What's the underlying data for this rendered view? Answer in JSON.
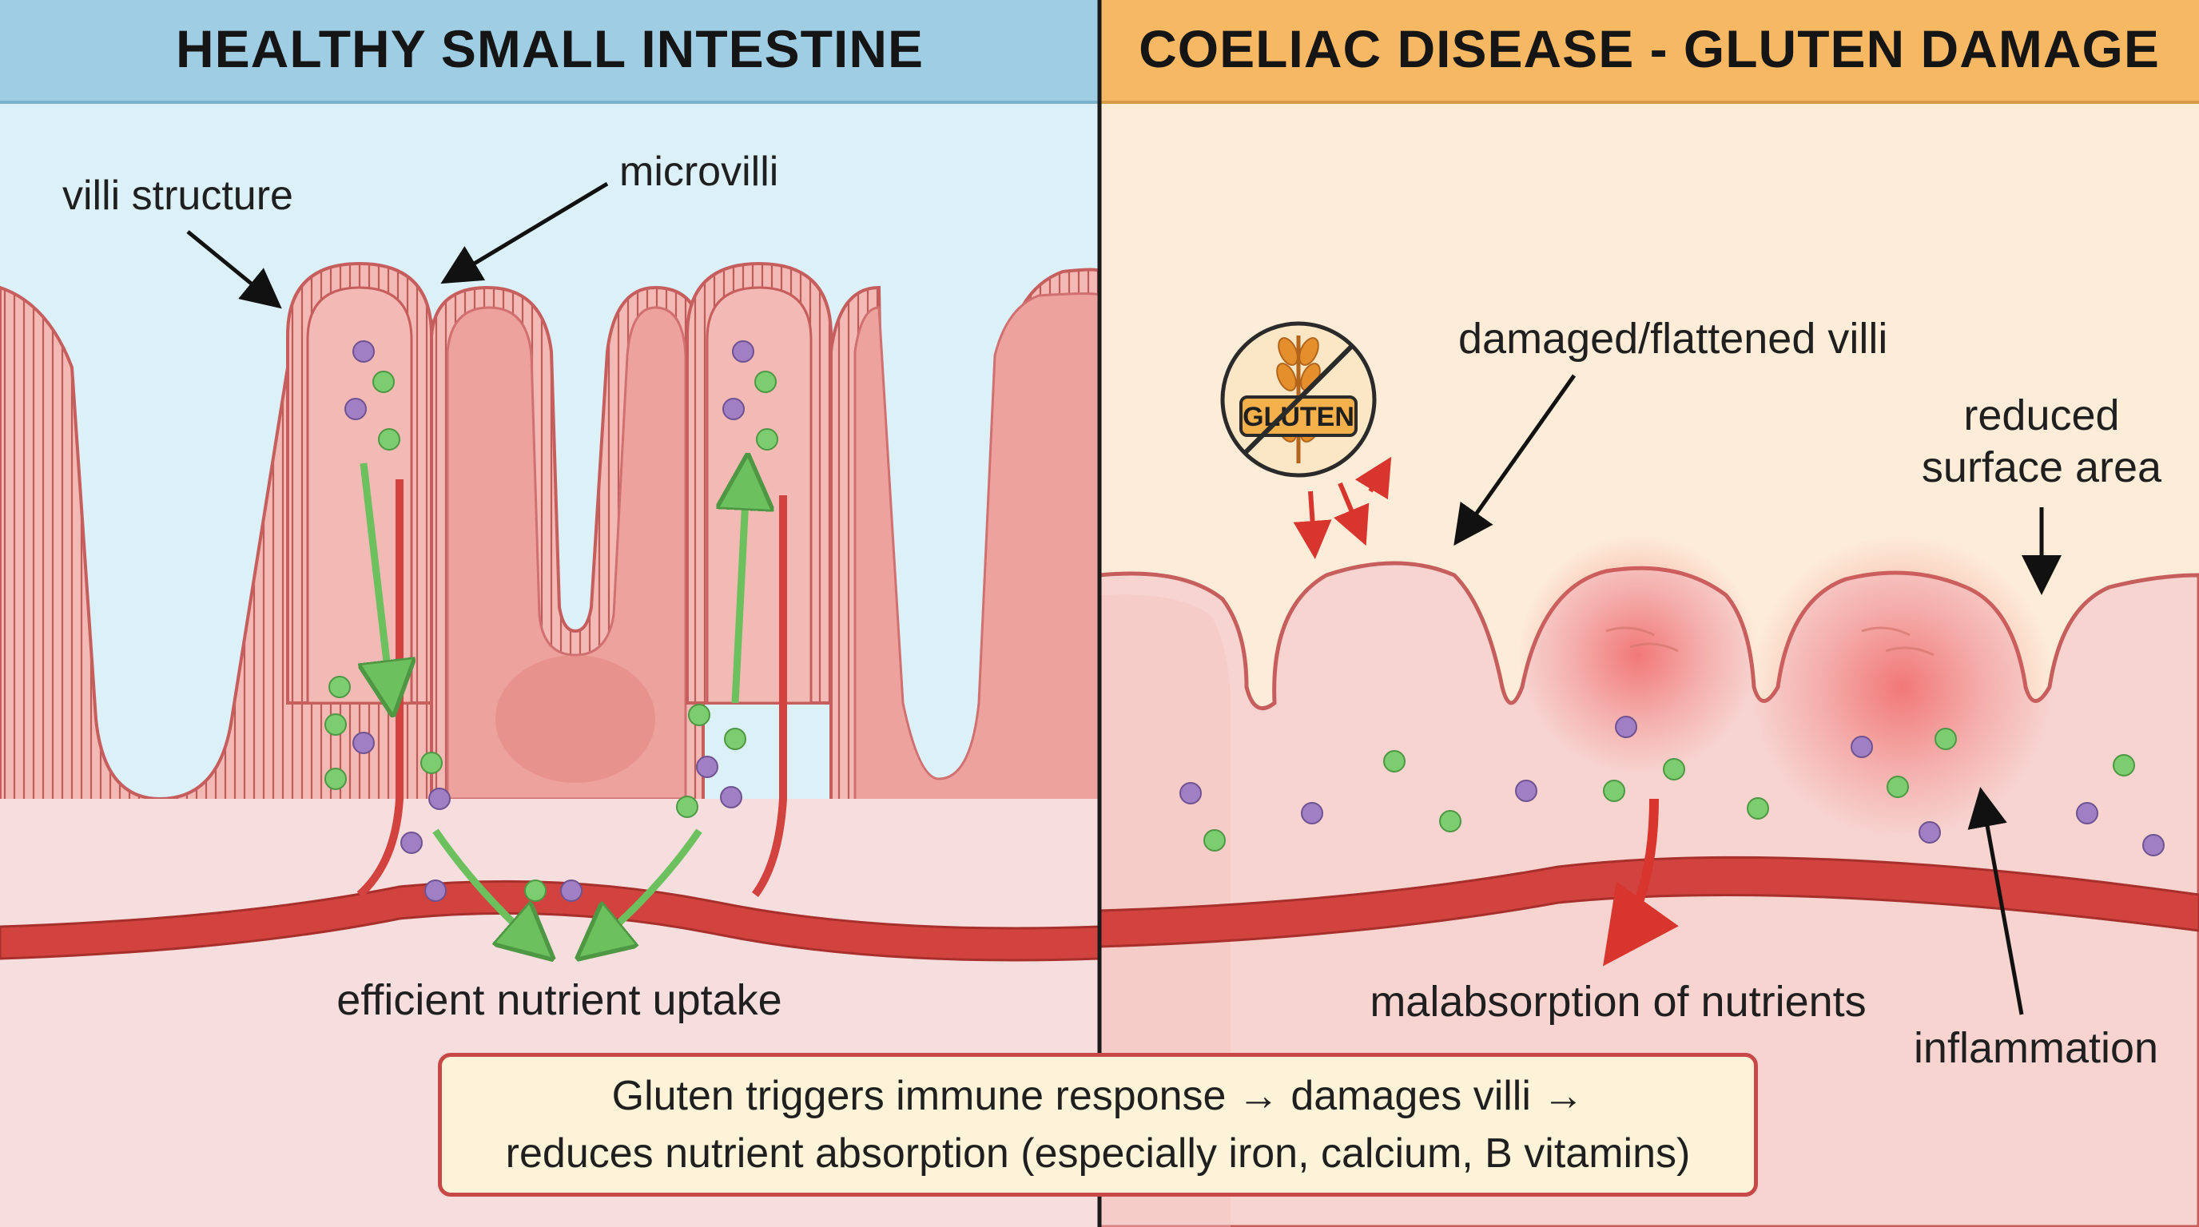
{
  "panels": {
    "healthy": {
      "title": "HEALTHY SMALL INTESTINE",
      "bg_color": "#dcf0f7",
      "header_color": "#9ecde4",
      "labels": {
        "villi_structure": "villi structure",
        "microvilli": "microvilli",
        "uptake": "efficient nutrient uptake"
      }
    },
    "coeliac": {
      "title": "COELIAC DISEASE - GLUTEN DAMAGE",
      "bg_color": "#fdecd8",
      "header_color": "#f6b862",
      "labels": {
        "damaged_villi": "damaged/flattened villi",
        "reduced_line1": "reduced",
        "reduced_line2": "surface area",
        "malabsorption": "malabsorption of nutrients",
        "inflammation": "inflammation"
      },
      "gluten_badge": "GLUTEN"
    }
  },
  "caption": {
    "line1": "Gluten triggers immune response → damages villi →",
    "line2": "reduces nutrient absorption (especially iron, calcium, B vitamins)"
  },
  "colors": {
    "tissue": "#eeaaa6",
    "tissue_edge": "#c65e5e",
    "blood_vessel": "#d2423e",
    "nutrient_green": "#7ccd70",
    "nutrient_purple": "#a17fc4",
    "arrow_green": "#6cc05e",
    "arrow_red": "#d8352e",
    "inflammation": "#ef5a5a"
  }
}
